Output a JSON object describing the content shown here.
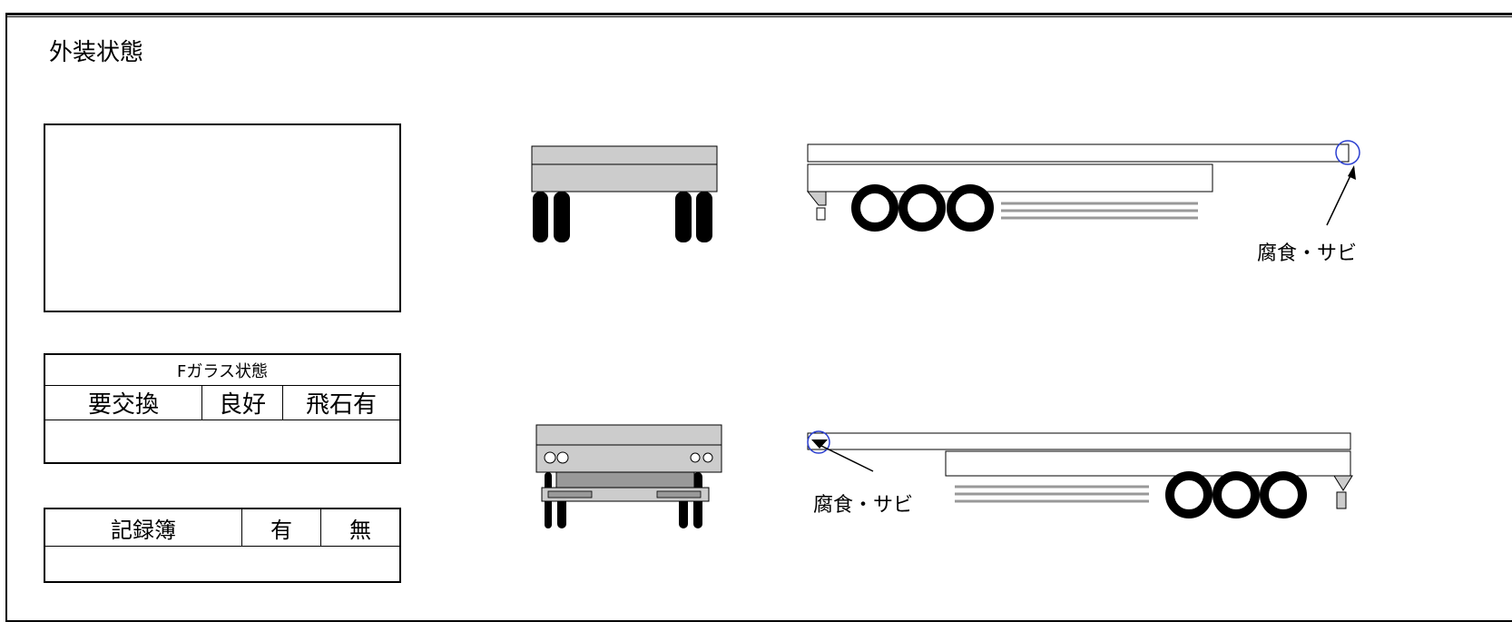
{
  "title": "外装状態",
  "glass": {
    "header": "Fガラス状態",
    "options": [
      "要交換",
      "良好",
      "飛石有"
    ]
  },
  "record": {
    "header": "記録簿",
    "options": [
      "有",
      "無"
    ]
  },
  "annotations": {
    "top": "腐食・サビ",
    "bottom": "腐食・サビ"
  },
  "colors": {
    "marker": "#2b3fd0",
    "body": "#cccccc",
    "bar": "#999999"
  }
}
